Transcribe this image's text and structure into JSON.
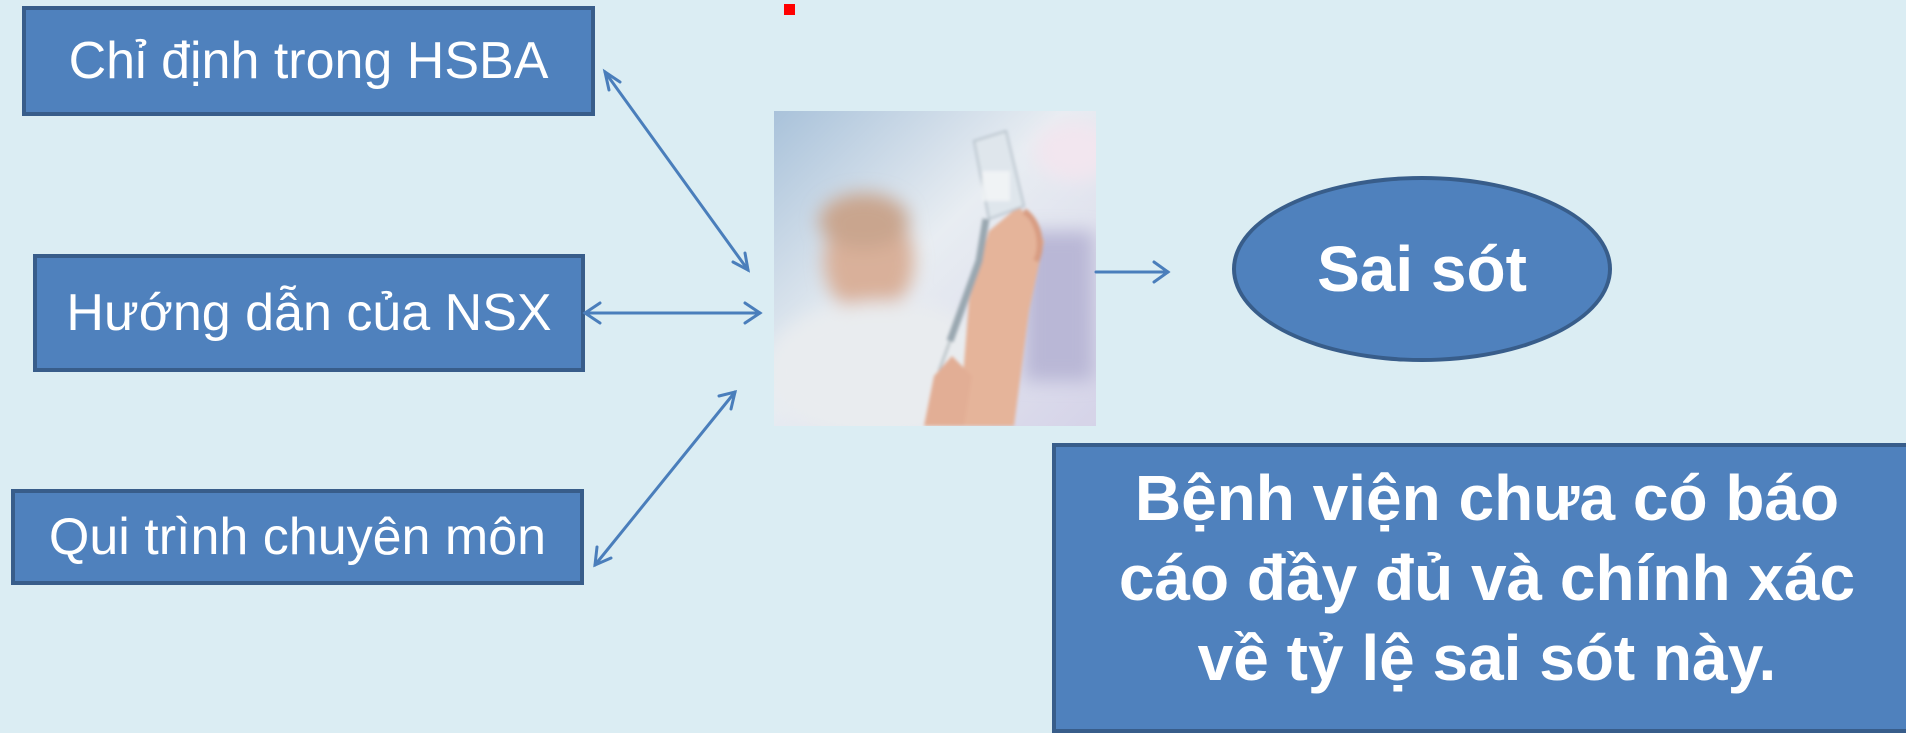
{
  "diagram": {
    "inputs": [
      {
        "label": "Chỉ định trong HSBA"
      },
      {
        "label": "Hướng dẫn của NSX"
      },
      {
        "label": "Qui trình chuyên môn"
      }
    ],
    "result": {
      "label": "Sai sót"
    },
    "note": {
      "lines": [
        "Bệnh viện chưa có báo",
        "cáo đầy đủ và chính xác",
        "về tỷ lệ sai sót này."
      ]
    },
    "photo": {
      "icon": "injection-photo"
    }
  },
  "colors": {
    "background": "#dbedf3",
    "box_fill": "#4f81bd",
    "box_border": "#385d8a",
    "arrow": "#4a7ebb",
    "text": "#ffffff",
    "marker": "#ff0000"
  }
}
